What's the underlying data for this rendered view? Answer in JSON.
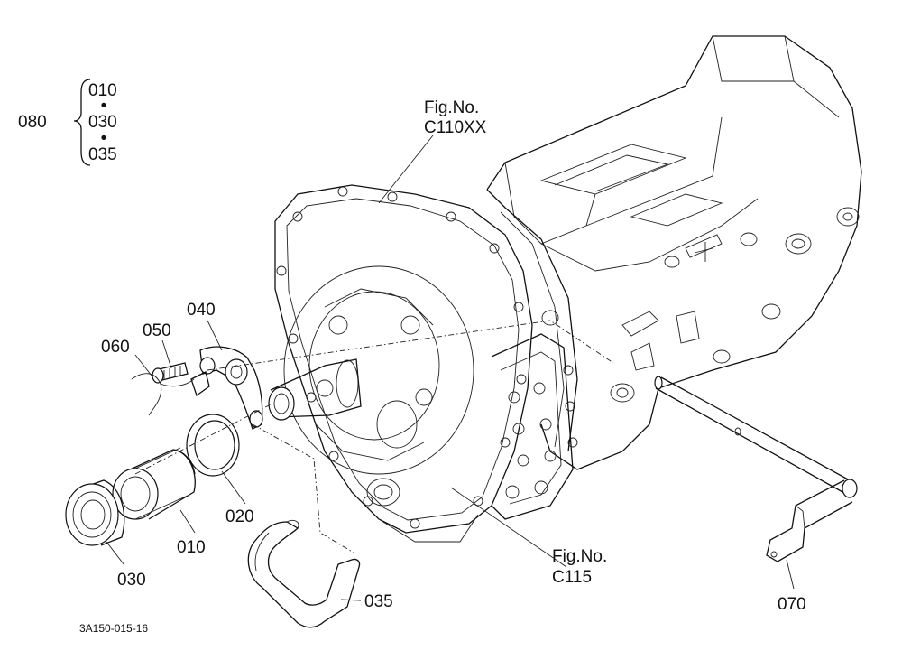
{
  "diagram": {
    "assembly": {
      "code": "080",
      "members": [
        "010",
        "030",
        "035"
      ],
      "separator": "•"
    },
    "references": [
      {
        "line1": "Fig.No.",
        "line2": "C110XX"
      },
      {
        "line1": "Fig.No.",
        "line2": "C115"
      }
    ],
    "parts": {
      "p040": "040",
      "p050": "050",
      "p060": "060",
      "p020": "020",
      "p010": "010",
      "p030": "030",
      "p035": "035",
      "p070": "070"
    },
    "drawing_number": "3A150-015-16"
  }
}
